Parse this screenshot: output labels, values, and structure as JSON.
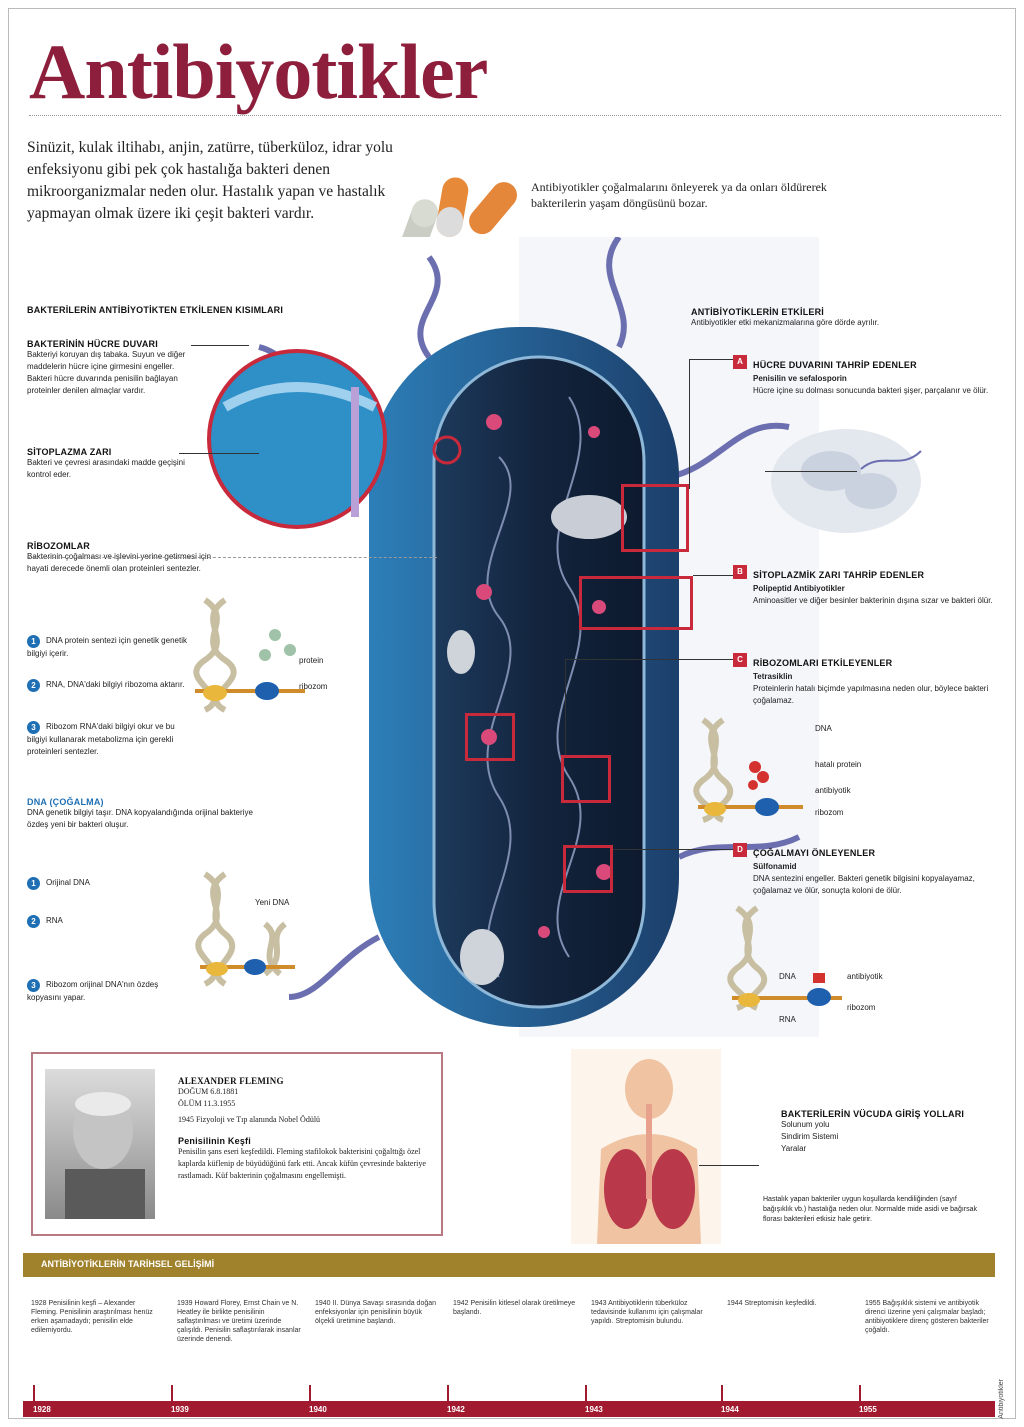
{
  "title": "Antibiyotikler",
  "intro": "Sinüzit, kulak iltihabı, anjin, zatürre, tüberküloz, idrar yolu enfeksiyonu gibi pek çok hastalığa bakteri denen mikroorganizmalar neden olur. Hastalık yapan ve hastalık yapmayan olmak üzere iki çeşit bakteri vardır.",
  "subintro": "Antibiyotikler çoğalmalarını önleyerek ya da onları öldürerek bakterilerin yaşam döngüsünü bozar.",
  "left": {
    "section_title": "BAKTERİLERİN ANTİBİYOTİKTEN ETKİLENEN KISIMLARI",
    "cell_wall": {
      "title": "BAKTERİNİN HÜCRE DUVARI",
      "text": "Bakteriyi koruyan dış tabaka. Suyun ve diğer maddelerin hücre içine girmesini engeller. Bakteri hücre duvarında penisilin bağlayan proteinler denilen almaçlar vardır."
    },
    "membrane": {
      "title": "SİTOPLAZMA ZARI",
      "text": "Bakteri ve çevresi arasındaki madde geçişini kontrol eder."
    },
    "ribosomes": {
      "title": "RİBOZOMLAR",
      "text": "Bakterinin çoğalması ve işlevini yerine getirmesi için hayati derecede önemli olan proteinleri sentezler."
    },
    "ribo_steps": [
      {
        "num": "1",
        "text": "DNA protein sentezi için genetik genetik bilgiyi içerir."
      },
      {
        "num": "2",
        "text": "RNA, DNA'daki bilgiyi ribozoma aktarır."
      },
      {
        "num": "3",
        "text": "Ribozom RNA'daki bilgiyi okur ve bu bilgiyi kullanarak metabolizma için gerekli proteinleri sentezler."
      }
    ],
    "ribo_labels": {
      "protein": "protein",
      "ribozom": "ribozom"
    },
    "dna": {
      "title": "DNA (ÇOĞALMA)",
      "text": "DNA genetik bilgiyi taşır. DNA kopyalandığında orijinal bakteriye özdeş yeni bir bakteri oluşur."
    },
    "dna_steps": [
      {
        "num": "1",
        "text": "Orijinal DNA"
      },
      {
        "num": "2",
        "text": "RNA"
      },
      {
        "num": "3",
        "text": "Ribozom orijinal DNA'nın özdeş kopyasını yapar."
      }
    ],
    "dna_new_label": "Yeni DNA"
  },
  "right": {
    "section_title": "ANTİBİYOTİKLERİN ETKİLERİ",
    "section_sub": "Antibiyotikler etki mekanizmalarına göre dörde ayrılır.",
    "effects": [
      {
        "letter": "A",
        "title": "HÜCRE DUVARINI TAHRİP EDENLER",
        "drug": "Penisilin ve sefalosporin",
        "text": "Hücre içine su dolması sonucunda bakteri şişer, parçalanır ve ölür."
      },
      {
        "letter": "B",
        "title": "SİTOPLAZMİK ZARI TAHRİP EDENLER",
        "drug": "Polipeptid Antibiyotikler",
        "text": "Aminoasitler ve diğer besinler bakterinin dışına sızar ve bakteri ölür."
      },
      {
        "letter": "C",
        "title": "RİBOZOMLARI ETKİLEYENLER",
        "drug": "Tetrasiklin",
        "text": "Proteinlerin hatalı biçimde yapılmasına neden olur, böylece bakteri çoğalamaz."
      },
      {
        "letter": "D",
        "title": "ÇOĞALMAYI ÖNLEYENLER",
        "drug": "Sülfonamid",
        "text": "DNA sentezini engeller. Bakteri genetik bilgisini kopyalayamaz, çoğalamaz ve ölür, sonuçta koloni de ölür."
      }
    ],
    "c_labels": {
      "dna": "DNA",
      "hatali": "hatalı protein",
      "antibiyotik": "antibiyotik",
      "ribozom": "ribozom"
    },
    "d_labels": {
      "dna": "DNA",
      "antibiyotik": "antibiyotik",
      "ribozom": "ribozom",
      "rna": "RNA"
    }
  },
  "fleming": {
    "name": "ALEXANDER FLEMING",
    "birth": "DOĞUM 6.8.1881",
    "death": "ÖLÜM 11.3.1955",
    "award": "1945 Fizyoloji ve Tıp alanında Nobel Ödülü",
    "subhead": "Penisilinin Keşfi",
    "text": "Penisilin şans eseri keşfedildi. Fleming stafilokok bakterisini çoğalttığı özel kaplarda küflenip de büyüdüğünü fark etti. Ancak küfün çevresinde bakteriye rastlamadı. Küf bakterinin çoğalmasını engellemişti."
  },
  "entry": {
    "title": "BAKTERİLERİN VÜCUDA GİRİŞ YOLLARI",
    "routes": [
      "Solunum yolu",
      "Sindirim Sistemi",
      "Yaralar"
    ],
    "note": "Hastalık yapan bakteriler uygun koşullarda kendiliğinden (sayıf bağışıklık vb.) hastalığa neden olur. Normalde mide asidi ve bağırsak florası bakterileri etkisiz hale getirir."
  },
  "timeline": {
    "title": "ANTİBİYOTİKLERİN TARİHSEL GELİŞİMİ",
    "entries": [
      "1928 Penisilinin keşfi – Alexander Fleming. Penisilinin araştırılması henüz erken aşamadaydı; penisilin elde edilemiyordu.",
      "1939 Howard Florey, Ernst Chain ve N. Heatley ile birlikte penisilinin saflaştırılması ve üretimi üzerinde çalışıldı. Penisilin saflaştırılarak insanlar üzerinde denendi.",
      "1940 II. Dünya Savaşı sırasında doğan enfeksiyonlar için penisilinin büyük ölçekli üretimine başlandı.",
      "1942 Penisilin kitlesel olarak üretilmeye başlandı.",
      "1943 Antibiyotiklerin tüberküloz tedavisinde kullanımı için çalışmalar yapıldı. Streptomisin bulundu.",
      "1944 Streptomisin keşfedildi.",
      "1955 Bağışıklık sistemi ve antibiyotik direnci üzerine yeni çalışmalar başladı; antibiyotiklere direnç gösteren bakteriler çoğaldı."
    ],
    "years": [
      "1928",
      "1939",
      "1940",
      "1942",
      "1943",
      "1944",
      "1955"
    ]
  },
  "side_tag": "Antibiyotikler",
  "colors": {
    "title": "#8e1f3c",
    "accent_red": "#c8293b",
    "blue_num": "#1e6fb3",
    "timeline_gold": "#a1822c",
    "timeline_red": "#a11a2f"
  }
}
